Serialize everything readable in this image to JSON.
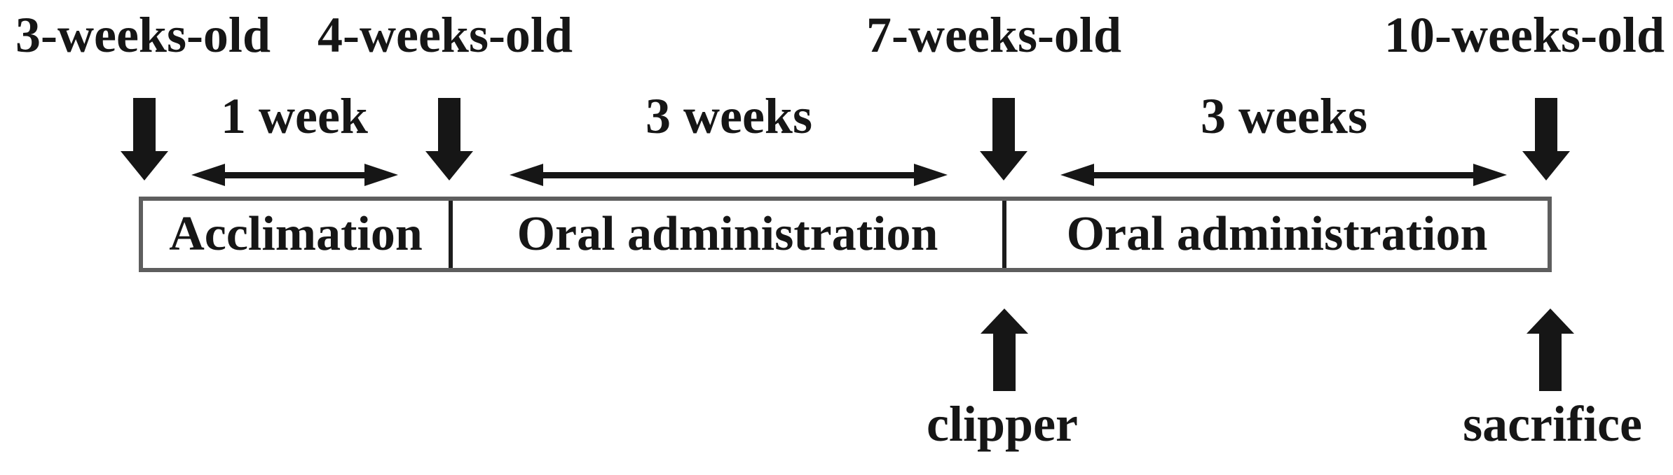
{
  "timeline": {
    "age_labels": [
      {
        "text": "3-weeks-old"
      },
      {
        "text": "4-weeks-old"
      },
      {
        "text": "7-weeks-old"
      },
      {
        "text": "10-weeks-old"
      }
    ],
    "duration_labels": [
      {
        "text": "1 week"
      },
      {
        "text": "3 weeks"
      },
      {
        "text": "3 weeks"
      }
    ],
    "phases": [
      {
        "label": "Acclimation"
      },
      {
        "label": "Oral administration"
      },
      {
        "label": "Oral administration"
      }
    ],
    "event_labels": [
      {
        "text": "clipper"
      },
      {
        "text": "sacrifice"
      }
    ],
    "colors": {
      "ink": "#161616",
      "box_border": "#5e5e5e",
      "divider": "#1c1c1c",
      "background": "#ffffff"
    }
  }
}
